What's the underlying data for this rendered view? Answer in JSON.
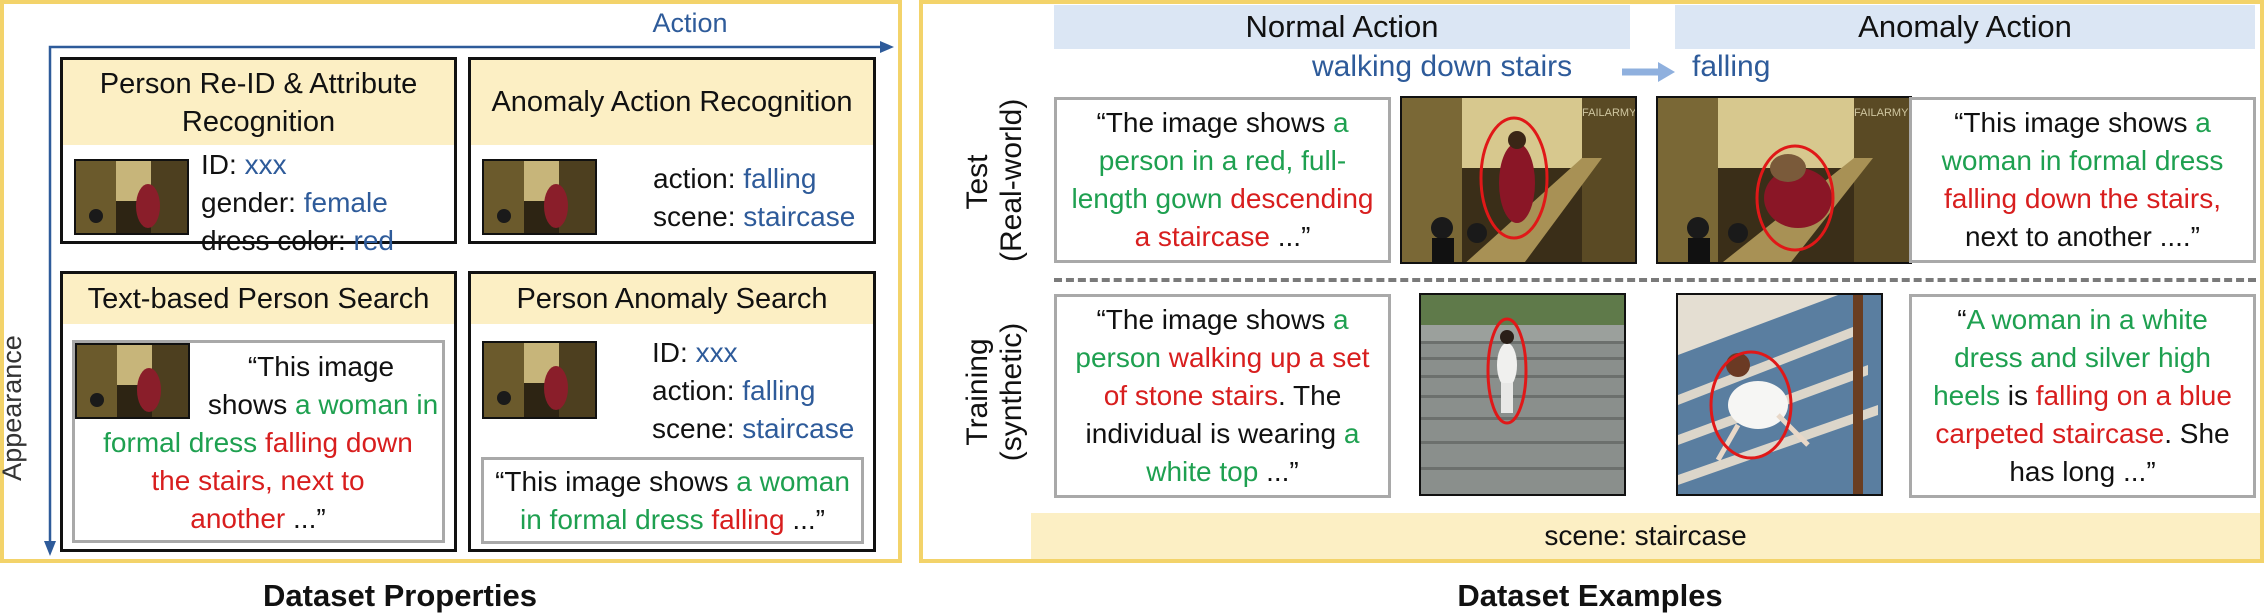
{
  "properties": {
    "axis_action": "Action",
    "axis_appearance": "Appearance",
    "caption": "Dataset Properties",
    "reid": {
      "title_line1": "Person Re-ID & Attribute",
      "title_line2": "Recognition",
      "id_label": "ID: ",
      "id_value": "xxx",
      "gender_label": "gender: ",
      "gender_value": "female",
      "dress_label": "dress color: ",
      "dress_value": "red"
    },
    "anomaly_recognition": {
      "title": "Anomaly Action Recognition",
      "action_label": "action: ",
      "action_value": "falling",
      "scene_label": "scene: ",
      "scene_value": "staircase"
    },
    "text_search": {
      "title": "Text-based Person Search",
      "l1": "“This image",
      "l2a": "shows ",
      "l2b": "a woman in",
      "l3a": "formal dress ",
      "l3b": "falling down",
      "l4": "the stairs, next to",
      "l5a": "another",
      "l5b": " ...”"
    },
    "anomaly_search": {
      "title": "Person Anomaly Search",
      "id_label": "ID: ",
      "id_value": "xxx",
      "action_label": "action: ",
      "action_value": "falling",
      "scene_label": "scene: ",
      "scene_value": "staircase",
      "q1a": "“This image shows ",
      "q1b": "a woman",
      "q2a": "in formal dress ",
      "q2b": "falling",
      "q2c": " ...”"
    }
  },
  "examples": {
    "caption": "Dataset Examples",
    "normal_header": "Normal Action",
    "anomaly_header": "Anomaly Action",
    "normal_action": "walking down stairs",
    "anomaly_action": "falling",
    "row_test_l1": "Test",
    "row_test_l2": "(Real-world)",
    "row_train_l1": "Training",
    "row_train_l2": "(synthetic)",
    "scene_footer": "scene: staircase",
    "test_normal": {
      "l1a": "“The image shows ",
      "l1b": "a",
      "l2": "person in a red, full-",
      "l3a": "length gown ",
      "l3b": "descending",
      "l4a": "a staircase",
      "l4b": " ...”"
    },
    "test_anomaly": {
      "l1a": "“This image shows ",
      "l1b": "a",
      "l2": "woman in formal dress",
      "l3": "falling down the stairs,",
      "l4": "next to another ....”"
    },
    "train_normal": {
      "l1a": "“The image shows ",
      "l1b": "a",
      "l2a": "person ",
      "l2b": "walking up a set",
      "l3a": "of stone stairs",
      "l3b": ". The",
      "l4a": "individual is wearing ",
      "l4b": "a",
      "l5a": "white top",
      "l5b": " ...”"
    },
    "train_anomaly": {
      "l1a": "“",
      "l1b": "A woman in a white",
      "l2": "dress and silver high",
      "l3a": "heels",
      "l3b": " is ",
      "l3c": "falling on a blue",
      "l4a": "carpeted staircase",
      "l4b": ". She",
      "l5": "has long ...”"
    },
    "watermark": "FAILARMY"
  },
  "colors": {
    "frame": "#f3d36a",
    "header_fill": "#fcefc4",
    "attr_blue": "#2e5b9a",
    "desc_green": "#1ea050",
    "action_red": "#d81e1e"
  }
}
